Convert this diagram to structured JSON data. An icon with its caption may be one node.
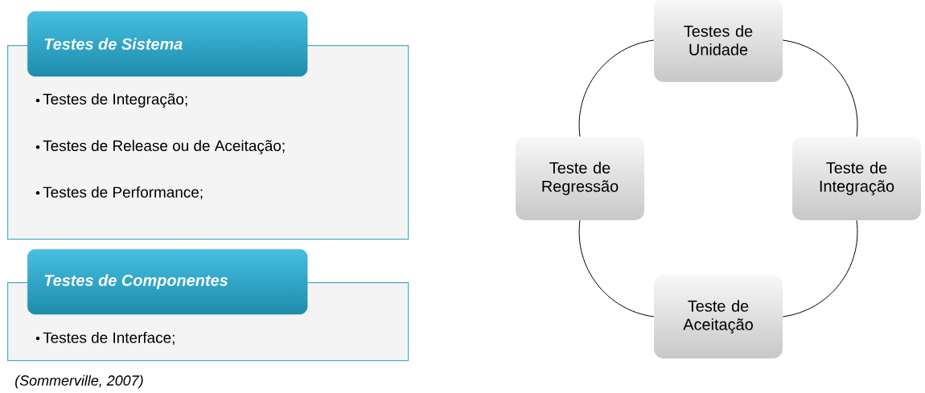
{
  "diagram": {
    "nodes": [
      {
        "text": [
          "Testes de Sistema"
        ]
      },
      {
        "text": [
          "Testes de Integração;",
          "Testes de Release ou de Aceitação;",
          "Testes de Performance;"
        ]
      },
      {
        "text": [
          "Testes de Componentes"
        ]
      },
      {
        "text": [
          "Testes de Interface;"
        ]
      },
      {
        "text": [
          "Testes de Unidade"
        ]
      },
      {
        "text": [
          "Teste de Regressão"
        ]
      },
      {
        "text": [
          "Teste de Integração"
        ]
      },
      {
        "text": [
          "Teste de Aceitação"
        ]
      }
    ],
    "edges": [
      {
        "from": 4,
        "to": 6,
        "arrow": "none"
      },
      {
        "from": 6,
        "to": 7,
        "arrow": "none"
      },
      {
        "from": 7,
        "to": 5,
        "arrow": "none"
      },
      {
        "from": 5,
        "to": 4,
        "arrow": "none"
      }
    ],
    "labels": [
      "(Sommerville, 2007)"
    ]
  }
}
